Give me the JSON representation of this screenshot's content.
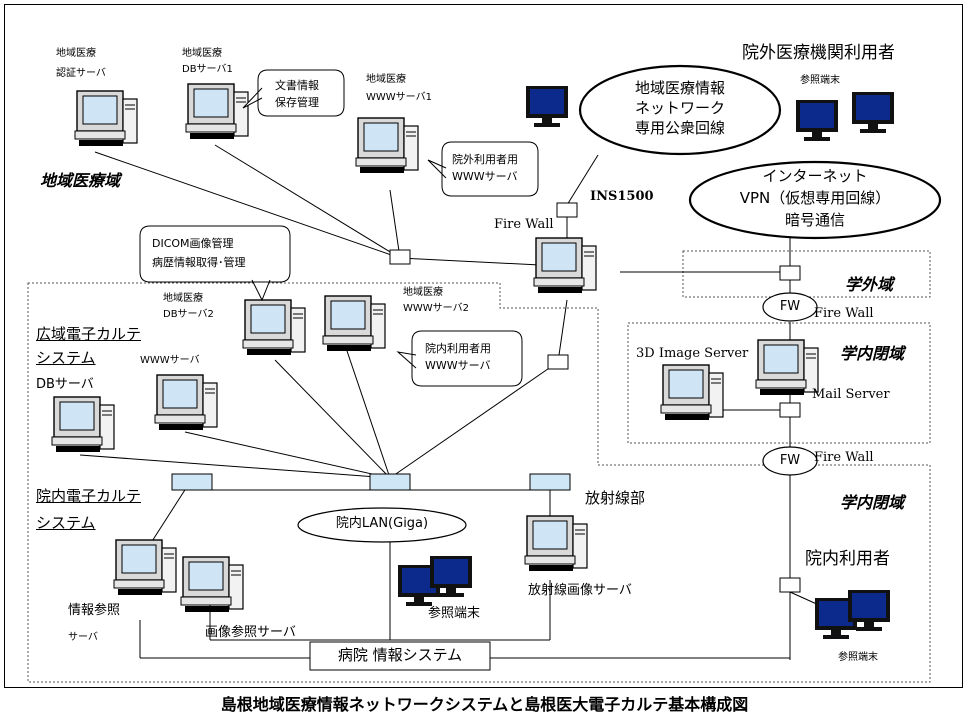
{
  "title": "島根地域医療情報ネットワークシステムと島根医大電子カルテ基本構成図",
  "zones": {
    "regional": "地域医療域",
    "external": "学外域",
    "closed_upper": "学内閉域",
    "closed_lower": "学内閉域"
  },
  "servers": {
    "auth": [
      "地域医療",
      "認証サーバ"
    ],
    "db1": [
      "地域医療",
      "DBサーバ1"
    ],
    "www1": [
      "地域医療",
      "WWWサーバ1"
    ],
    "db2": [
      "地域医療",
      "DBサーバ2"
    ],
    "www2": [
      "地域医療",
      "WWWサーバ2"
    ]
  },
  "callouts": {
    "doc": [
      "文書情報",
      "保存管理"
    ],
    "ext_users": [
      "院外利用者用",
      "WWWサーバ"
    ],
    "dicom": [
      "DICOM画像管理",
      "病歴情報取得･管理"
    ],
    "int_users": [
      "院内利用者用",
      "WWWサーバ"
    ]
  },
  "ellipses": {
    "regional_net": [
      "地域医療情報",
      "ネットワーク",
      "専用公衆回線"
    ],
    "internet": [
      "インターネット",
      "VPN（仮想専用回線）",
      "暗号通信"
    ],
    "lan": "院内LAN(Giga)"
  },
  "labels": {
    "outside_users": "院外医療機関利用者",
    "ref_terminal_top": "参照端末",
    "ins": "INS1500",
    "firewall_main": "Fire Wall",
    "fw1": "FW",
    "fw1_text": "Fire Wall",
    "fw2": "FW",
    "fw2_text": "Fire Wall",
    "image_server_3d": "3D Image Server",
    "mail_server": "Mail Server",
    "wide_emr": [
      "広域電子カルテ",
      "システム"
    ],
    "www_server": "WWWサーバ",
    "db_server": "DBサーバ",
    "hosp_emr": [
      "院内電子カルテ",
      "システム"
    ],
    "info_ref": [
      "情報参照",
      "サーバ"
    ],
    "image_ref": "画像参照サーバ",
    "ref_terminal_mid": "参照端末",
    "radiology": "放射線部",
    "radiology_server": "放射線画像サーバ",
    "inhouse_users": "院内利用者",
    "ref_terminal_right": "参照端末",
    "his": "病院 情報システム"
  }
}
